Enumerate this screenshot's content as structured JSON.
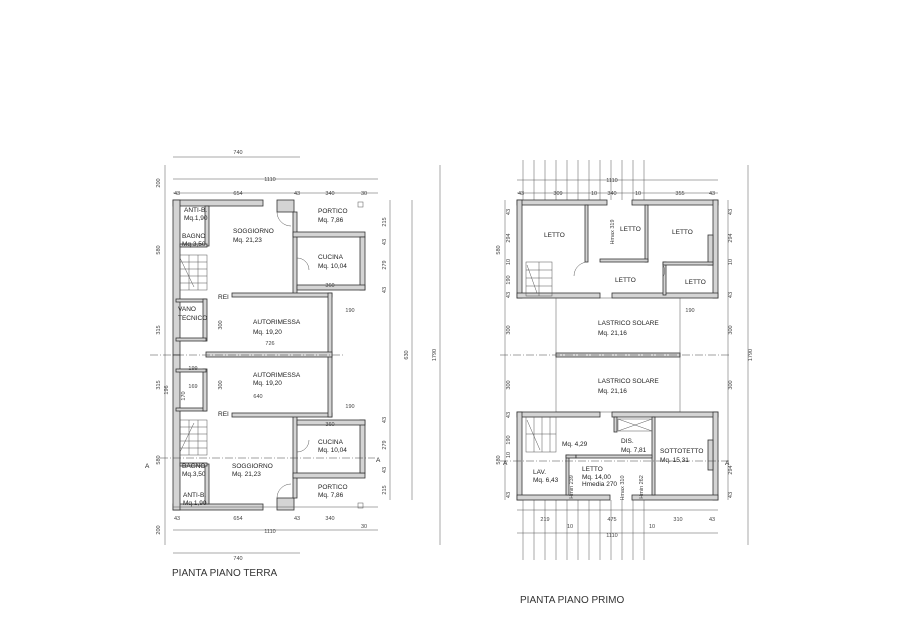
{
  "ground_floor": {
    "title": "PIANTA PIANO TERRA",
    "labels": [
      "ANTI-B.",
      "Mq.1,90",
      "BAGNO",
      "Mq.3,50",
      "SOGGIORNO",
      "Mq. 21,23",
      "PORTICO",
      "Mq. 7,86",
      "CUCINA",
      "Mq. 10,04",
      "VANO",
      "TECNICO",
      "AUTORIMESSA",
      "Mq. 19,20",
      "AUTORIMESSA",
      "Mq. 19,20",
      "CUCINA",
      "Mq. 10,04",
      "SOGGIORNO",
      "Mq. 21,23",
      "BAGNO",
      "Mq.3,50",
      "ANTI-B.",
      "Mq.1,90",
      "PORTICO",
      "Mq. 7,86",
      "REI",
      "REI",
      "A",
      "A"
    ],
    "dims": [
      "740",
      "1110",
      "43",
      "654",
      "43",
      "340",
      "30",
      "200",
      "580",
      "315",
      "315",
      "580",
      "200",
      "630",
      "1790",
      "215",
      "43",
      "279",
      "43",
      "190",
      "726",
      "640",
      "190",
      "43",
      "279",
      "43",
      "215",
      "43",
      "654",
      "43",
      "340",
      "30",
      "1110",
      "740",
      "300",
      "300",
      "199",
      "169",
      "170",
      "196",
      "360",
      "360"
    ]
  },
  "first_floor": {
    "title": "PIANTA PIANO PRIMO",
    "labels": [
      "LETTO",
      "LETTO",
      "LETTO",
      "LETTO",
      "LETTO",
      "LASTRICO SOLARE",
      "Mq. 21,16",
      "LASTRICO SOLARE",
      "Mq. 21,16",
      "Mq. 4,29",
      "DIS.",
      "Mq. 7,81",
      "SOTTOTETTO",
      "Mq. 15,31",
      "LAV.",
      "Mq. 6,43",
      "LETTO",
      "Mq. 14,00",
      "Hmedia 270",
      "Hmax 319",
      "Hmin 239",
      "Hmax 310",
      "Hmin 262",
      "A",
      "A"
    ],
    "dims": [
      "1110",
      "43",
      "309",
      "10",
      "340",
      "10",
      "355",
      "43",
      "43",
      "294",
      "10",
      "190",
      "43",
      "300",
      "300",
      "43",
      "190",
      "10",
      "294",
      "43",
      "1790",
      "43",
      "219",
      "10",
      "475",
      "10",
      "310",
      "43",
      "1110",
      "43",
      "294",
      "10",
      "190",
      "43",
      "300",
      "300",
      "580",
      "580"
    ]
  }
}
